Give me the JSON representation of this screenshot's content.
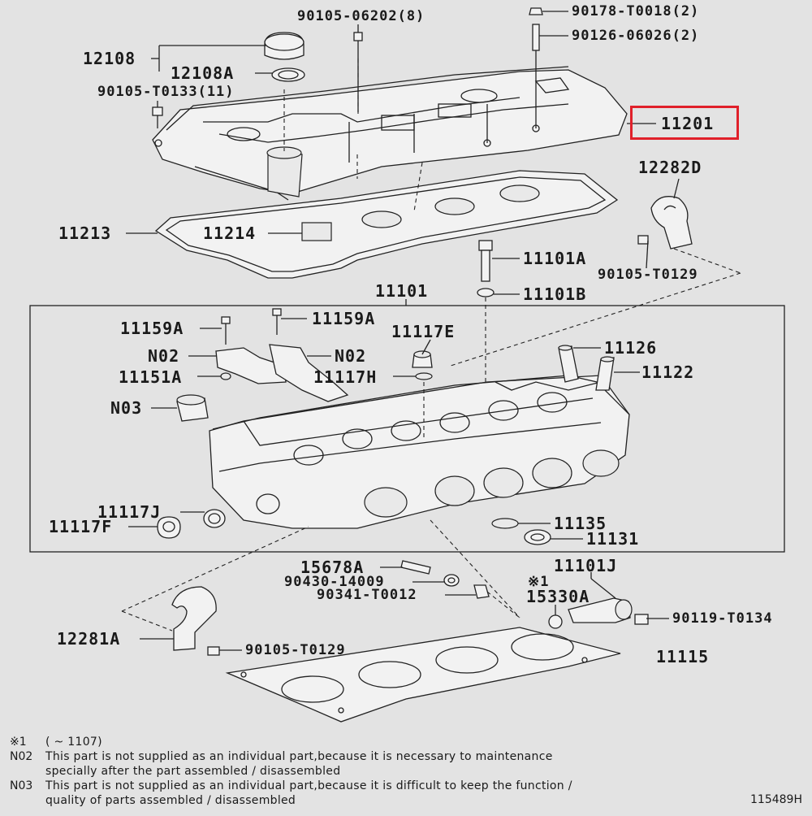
{
  "diagram": {
    "highlighted_part": "11201",
    "labels": {
      "p12108": "12108",
      "p12108A": "12108A",
      "p90105_06202": "90105-06202(8)",
      "p90105_T0133": "90105-T0133(11)",
      "p90178_T0018": "90178-T0018(2)",
      "p90126_06026": "90126-06026(2)",
      "p11201": "11201",
      "p12282D": "12282D",
      "p11213": "11213",
      "p11214": "11214",
      "p11101A": "11101A",
      "p90105_T0129_top": "90105-T0129",
      "p11101": "11101",
      "p11101B": "11101B",
      "p11159A_1": "11159A",
      "p11159A_2": "11159A",
      "p11117E": "11117E",
      "pN02_1": "N02",
      "pN02_2": "N02",
      "p11151A": "11151A",
      "p11117H": "11117H",
      "p11126": "11126",
      "p11122": "11122",
      "pN03": "N03",
      "p11117J": "11117J",
      "p11117F": "11117F",
      "p11135": "11135",
      "p11131": "11131",
      "p15678A": "15678A",
      "p90430_14009": "90430-14009",
      "p90341_T0012": "90341-T0012",
      "p11101J": "11101J",
      "mark1": "※1",
      "p15330A": "15330A",
      "p90119_T0134": "90119-T0134",
      "p12281A": "12281A",
      "p90105_T0129_bot": "90105-T0129",
      "p11115": "11115"
    }
  },
  "notes": [
    {
      "key": "※1",
      "text": "(      ~ 1107)"
    },
    {
      "key": "N02",
      "text": "This part is not supplied as an individual part,because it is necessary to maintenance"
    },
    {
      "key": "",
      "text": "specially after the part assembled / disassembled"
    },
    {
      "key": "N03",
      "text": "This part is not supplied as an individual part,because it is difficult to keep the function /"
    },
    {
      "key": "",
      "text": "quality of parts assembled / disassembled"
    }
  ],
  "doc_id": "115489H"
}
